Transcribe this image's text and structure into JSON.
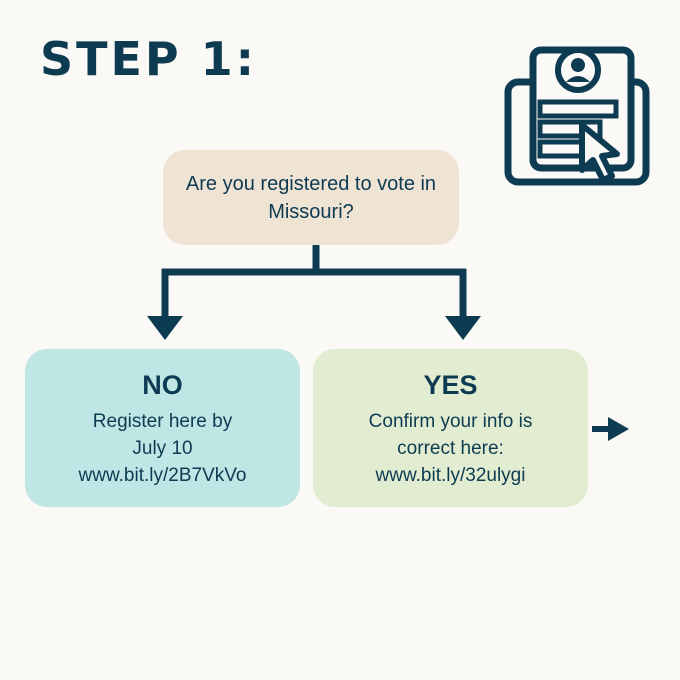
{
  "header": {
    "title": "STEP 1:"
  },
  "question": {
    "text": "Are you registered to vote in Missouri?"
  },
  "no_option": {
    "label": "NO",
    "line1": "Register here by",
    "line2": "July 10",
    "link": "www.bit.ly/2B7VkVo"
  },
  "yes_option": {
    "label": "YES",
    "line1": "Confirm your info is",
    "line2": "correct here:",
    "link": "www.bit.ly/32ulygi"
  },
  "icons": {
    "illustration": "voter-registration-card-icon",
    "next": "arrow-right-icon"
  },
  "colors": {
    "primary": "#0d3b52",
    "question_bg": "#efe3d4",
    "no_bg": "#bfe5e5",
    "yes_bg": "#e2ecd0",
    "page_bg": "#fbf9f6"
  }
}
